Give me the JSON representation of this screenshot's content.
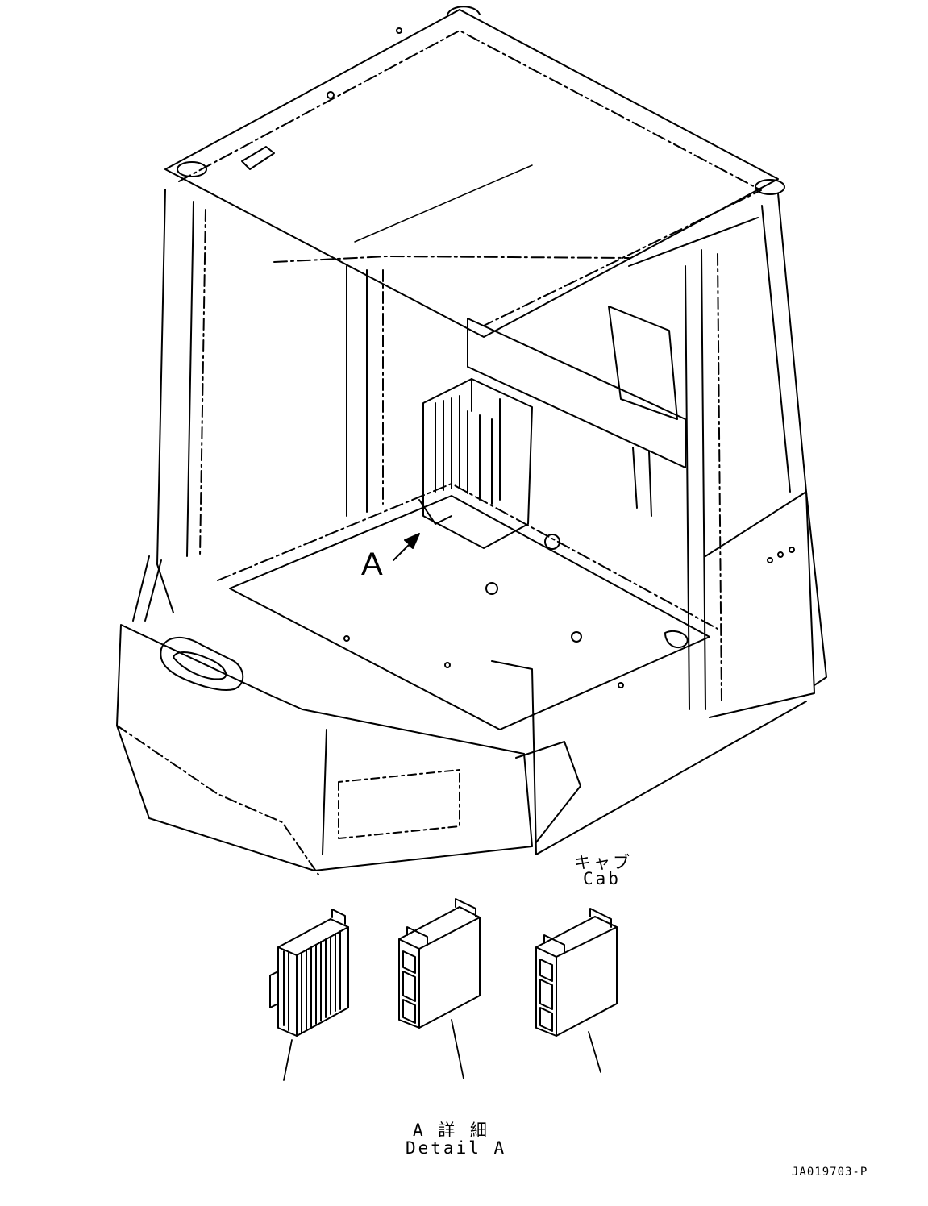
{
  "callout": {
    "view_letter": "A"
  },
  "cab_label": {
    "jp": "キャブ",
    "en": "Cab"
  },
  "detail_label": {
    "jp": "A 詳 細",
    "en": "Detail A"
  },
  "figure_code": "JA019703-P",
  "colors": {
    "line": "#000000",
    "background": "#ffffff"
  }
}
